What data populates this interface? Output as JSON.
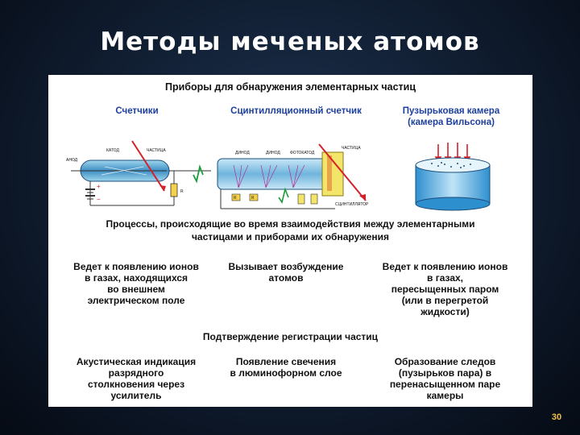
{
  "slide": {
    "title": "Методы меченых атомов",
    "page_number": "30"
  },
  "devices": {
    "heading": "Приборы для обнаружения элементарных частиц",
    "columns": [
      {
        "label": "Счетчики"
      },
      {
        "label": "Сцинтилляционный счетчик"
      },
      {
        "label": "Пузырьковая камера",
        "sublabel": "(камера Вильсона)"
      }
    ],
    "counter_labels": {
      "anode": "АНОД",
      "cathode": "КАТОД",
      "particle": "ЧАСТИЦА",
      "resistor": "R"
    },
    "scint_labels": {
      "dynode1": "ДИНОД",
      "dynode2": "ДИНОД",
      "photocathode": "ФОТОКАТОД",
      "particle": "ЧАСТИЦА",
      "scintillator": "СЦИНТИЛЛЯТОР",
      "r1": "R",
      "r2": "R"
    }
  },
  "processes": {
    "heading_line1": "Процессы, происходящие во время взаимодействия между элементарными",
    "heading_line2": "частицами и приборами их обнаружения",
    "cells": [
      [
        "Ведет к появлению ионов",
        "в газах, находящихся",
        "во внешнем",
        "электрическом поле"
      ],
      [
        "Вызывает возбуждение",
        "атомов"
      ],
      [
        "Ведет к появлению ионов",
        "в газах,",
        "пересыщенных паром",
        "(или в перегретой",
        "жидкости)"
      ]
    ]
  },
  "confirmation": {
    "heading": "Подтверждение регистрации частиц",
    "cells": [
      [
        "Акустическая индикация",
        "разрядного",
        "столкновения через",
        "усилитель"
      ],
      [
        "Появление свечения",
        "в люминофорном слое"
      ],
      [
        "Образование следов",
        "(пузырьков пара) в",
        "перенасыщенном паре",
        "камеры"
      ]
    ]
  }
}
